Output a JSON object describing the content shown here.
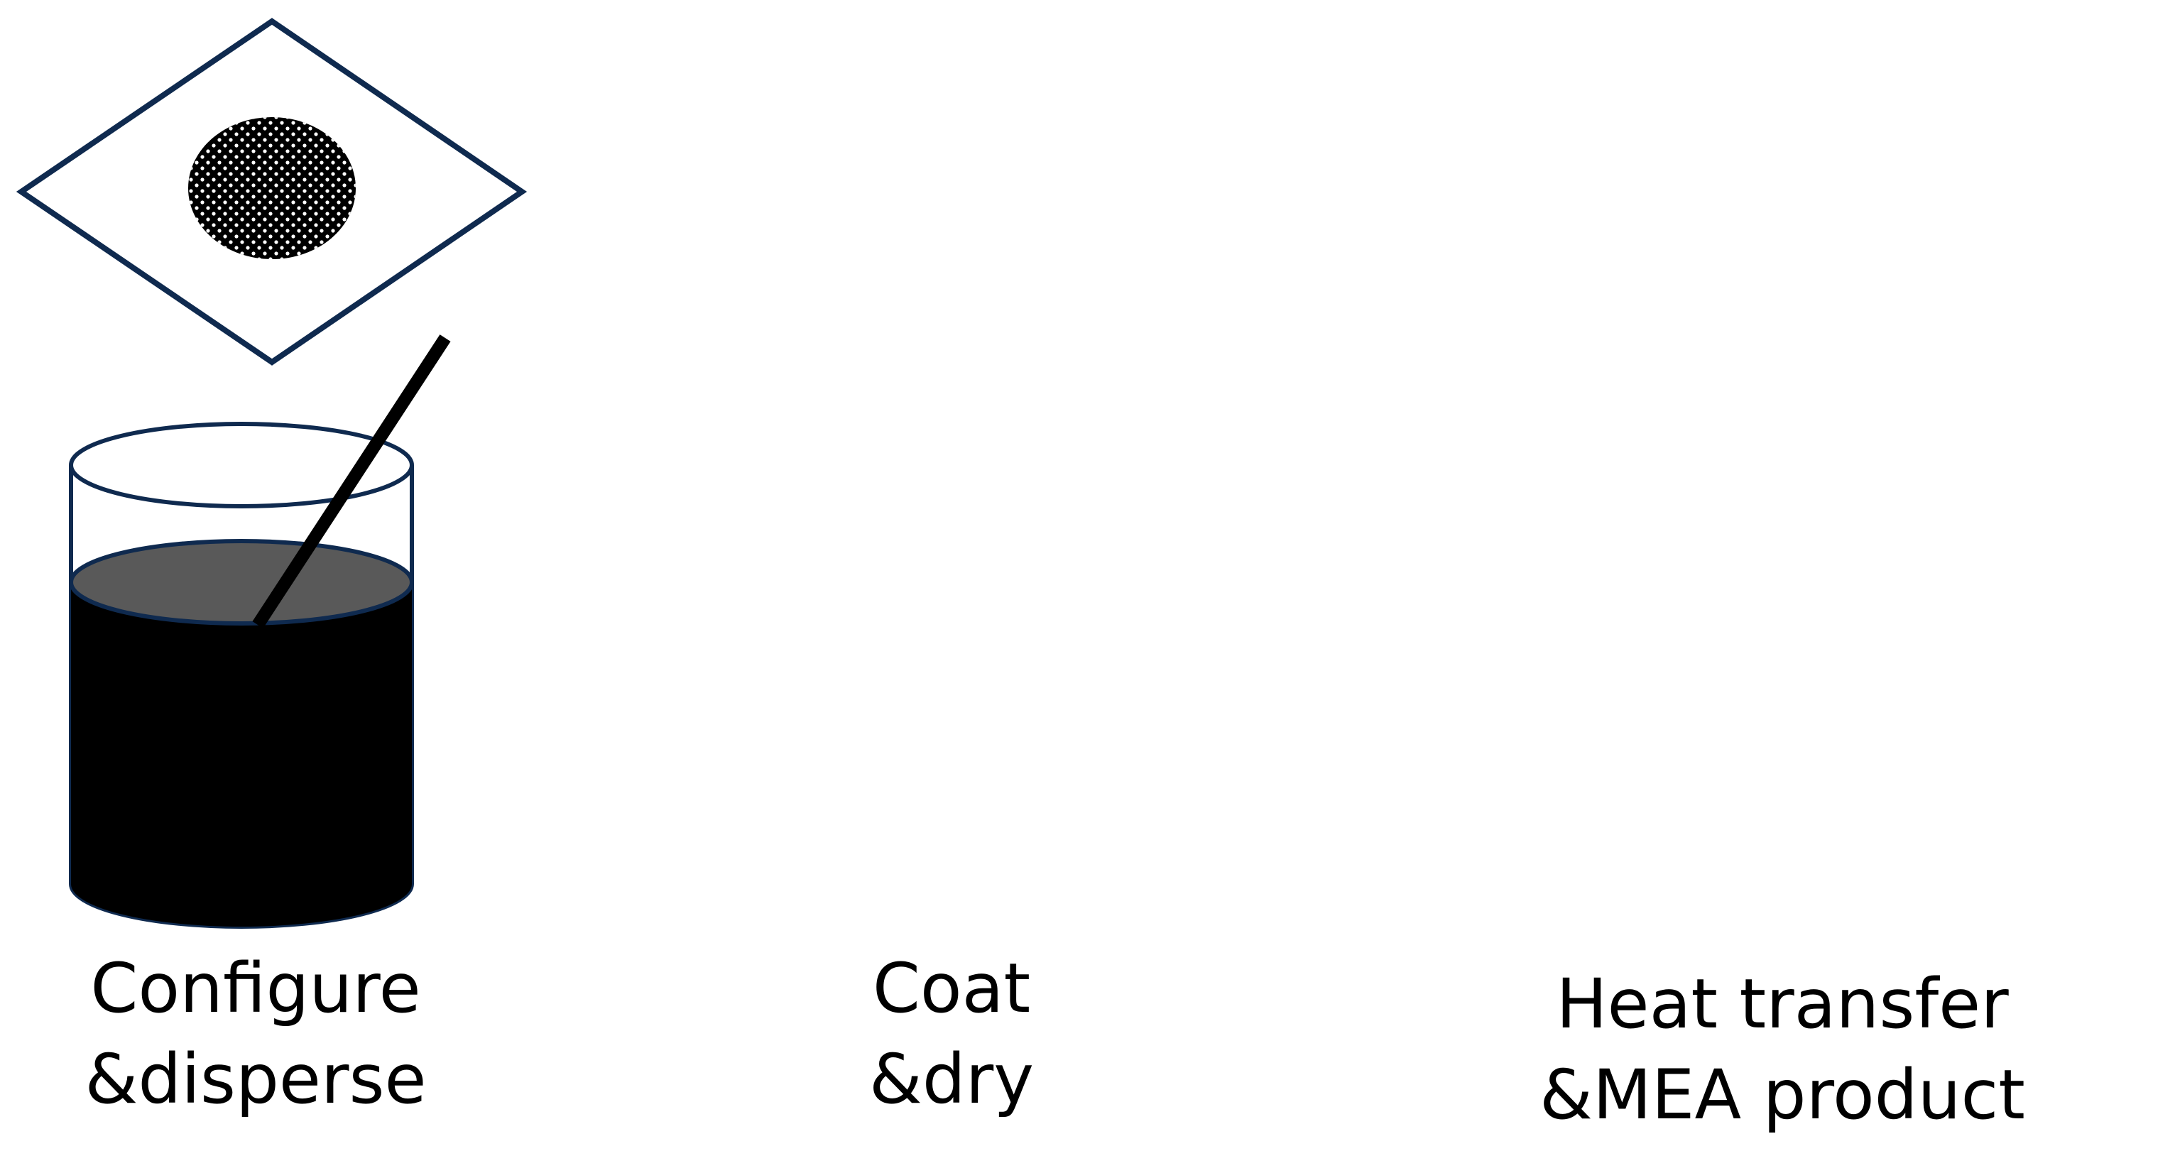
{
  "steps": [
    {
      "line1": "Configure",
      "line2": "&disperse"
    },
    {
      "line1": "Coat",
      "line2": "&dry"
    },
    {
      "line1": "Heat transfer",
      "line2": "&MEA product"
    }
  ],
  "colors": {
    "outline": "#0f2a4f",
    "ink": "#000000",
    "liquid_surface": "#595959",
    "roller": "#808080",
    "hotplate_top": "#e97d3d",
    "hotplate_front": "#dd5d0c",
    "hotplate_side": "#b84400",
    "heat_waves": "#ff0000",
    "press_plate": "#d9d9d9",
    "photo_frame": "#ece7df",
    "photo_electrode": "#35383d"
  },
  "icons": [
    "arrow-right-icon",
    "beaker-icon",
    "funnel-icon",
    "roller-icon",
    "heat-wave-icon"
  ]
}
